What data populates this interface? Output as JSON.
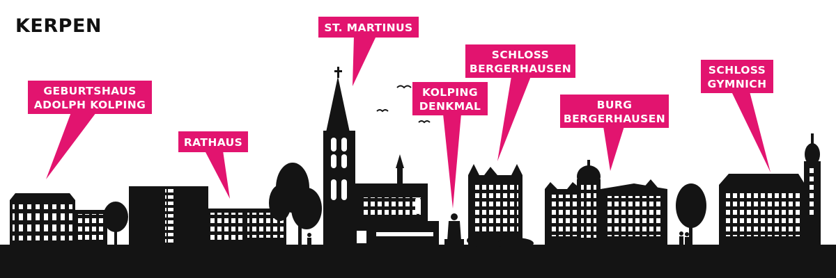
{
  "title": "KERPEN",
  "colors": {
    "accent": "#e2146f",
    "silhouette": "#141414",
    "background": "#ffffff"
  },
  "labels": {
    "geburtshaus": {
      "line1": "GEBURTSHAUS",
      "line2": "ADOLPH KOLPING"
    },
    "rathaus": {
      "line1": "RATHAUS"
    },
    "st_martinus": {
      "line1": "ST. MARTINUS"
    },
    "kolping_denkmal": {
      "line1": "KOLPING",
      "line2": "DENKMAL"
    },
    "schloss_bergerhausen": {
      "line1": "SCHLOSS",
      "line2": "BERGERHAUSEN"
    },
    "burg_bergerhausen": {
      "line1": "BURG",
      "line2": "BERGERHAUSEN"
    },
    "schloss_gymnich": {
      "line1": "SCHLOSS",
      "line2": "GYMNICH"
    }
  }
}
